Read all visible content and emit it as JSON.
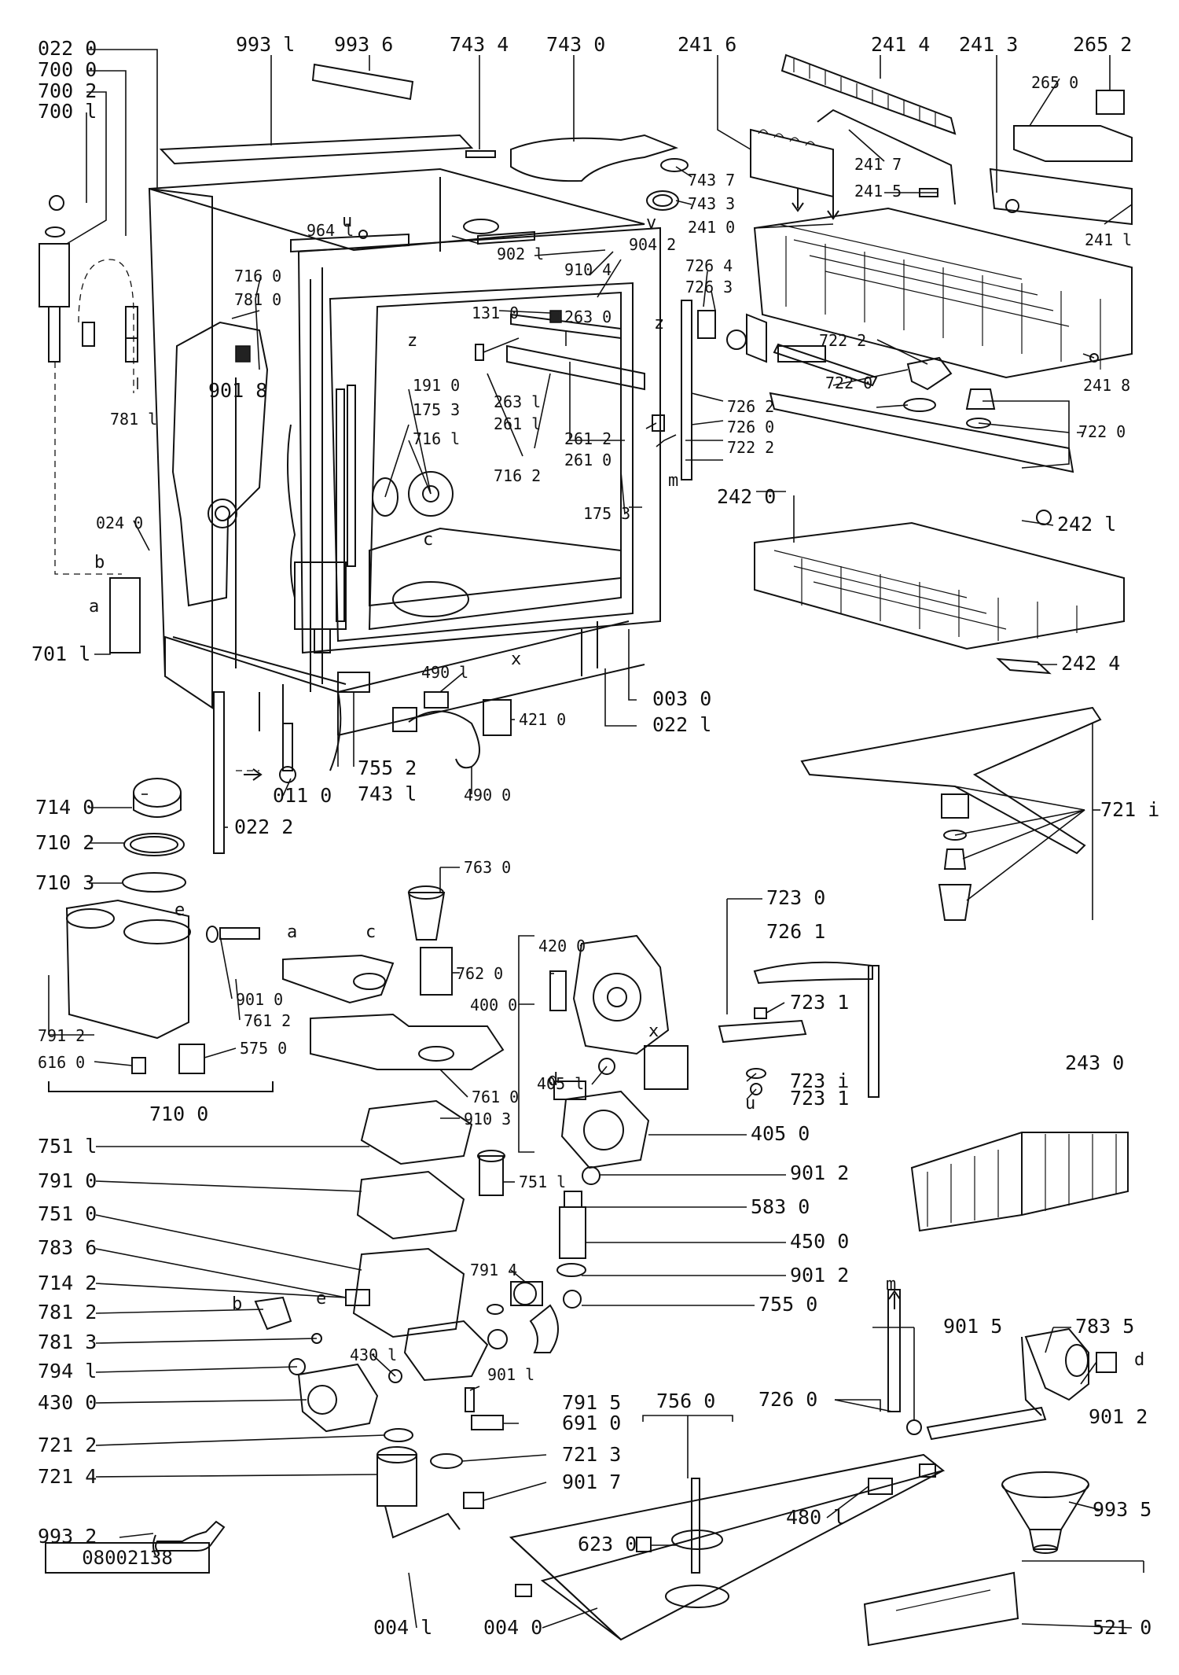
{
  "document": {
    "code": "08002138"
  },
  "part_labels": [
    "022 0",
    "700 0",
    "700 2",
    "700 l",
    "993 l",
    "993 6",
    "743 4",
    "743 0",
    "241 6",
    "241 4",
    "241 3",
    "265 2",
    "265 0",
    "743 7",
    "743 3",
    "241 7",
    "241 5",
    "241 0",
    "241 l",
    "964 l",
    "902 l",
    "904 2",
    "910 4",
    "726 4",
    "726 3",
    "716 0",
    "781 0",
    "131 0",
    "263 0",
    "722 2",
    "241 8",
    "901 8",
    "191 0",
    "175 3",
    "263 l",
    "261 l",
    "726 2",
    "726 0",
    "722 0",
    "722 0",
    "722 2",
    "781 l",
    "716 l",
    "716 2",
    "261 2",
    "261 0",
    "175 3",
    "242 0",
    "242 l",
    "024 0",
    "701 l",
    "490 l",
    "421 0",
    "003 0",
    "022 l",
    "242 4",
    "755 2",
    "743 l",
    "490 0",
    "011 0",
    "022 2",
    "721 i",
    "714 0",
    "710 2",
    "710 3",
    "763 0",
    "723 0",
    "726 1",
    "420 0",
    "762 0",
    "400 0",
    "723 1",
    "901 0",
    "761 2",
    "791 2",
    "616 0",
    "575 0",
    "405 l",
    "723 i",
    "723 1",
    "243 0",
    "710 0",
    "761 0",
    "910 3",
    "405 0",
    "751 l",
    "751 l",
    "901 2",
    "791 0",
    "583 0",
    "751 0",
    "450 0",
    "783 6",
    "791 4",
    "901 2",
    "714 2",
    "755 0",
    "781 2",
    "781 3",
    "430 l",
    "794 l",
    "901 l",
    "901 5",
    "783 5",
    "430 0",
    "791 5",
    "691 0",
    "726 0",
    "901 2",
    "721 2",
    "721 3",
    "756 0",
    "721 4",
    "901 7",
    "480 l",
    "993 5",
    "993 2",
    "623 0",
    "004 l",
    "004 0",
    "521 0"
  ],
  "callout_letters": [
    "u",
    "z",
    "z",
    "v",
    "m",
    "c",
    "b",
    "a",
    "x",
    "e",
    "c",
    "a",
    "x",
    "d",
    "u",
    "b",
    "e",
    "m",
    "d"
  ],
  "icons": [
    "flow-direction-arrow",
    "wrench-icon",
    "funnel-icon"
  ]
}
